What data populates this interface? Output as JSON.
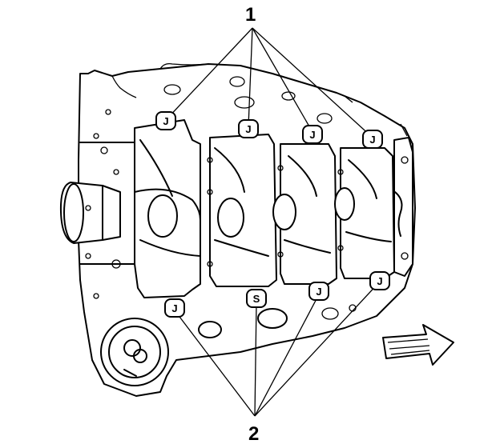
{
  "callouts": {
    "top": "1",
    "bottom": "2"
  },
  "tags": {
    "top": [
      "J",
      "J",
      "J",
      "J"
    ],
    "bottom": [
      "J",
      "S",
      "J",
      "J"
    ]
  },
  "arrow": {
    "icon": "direction-arrow-icon"
  }
}
